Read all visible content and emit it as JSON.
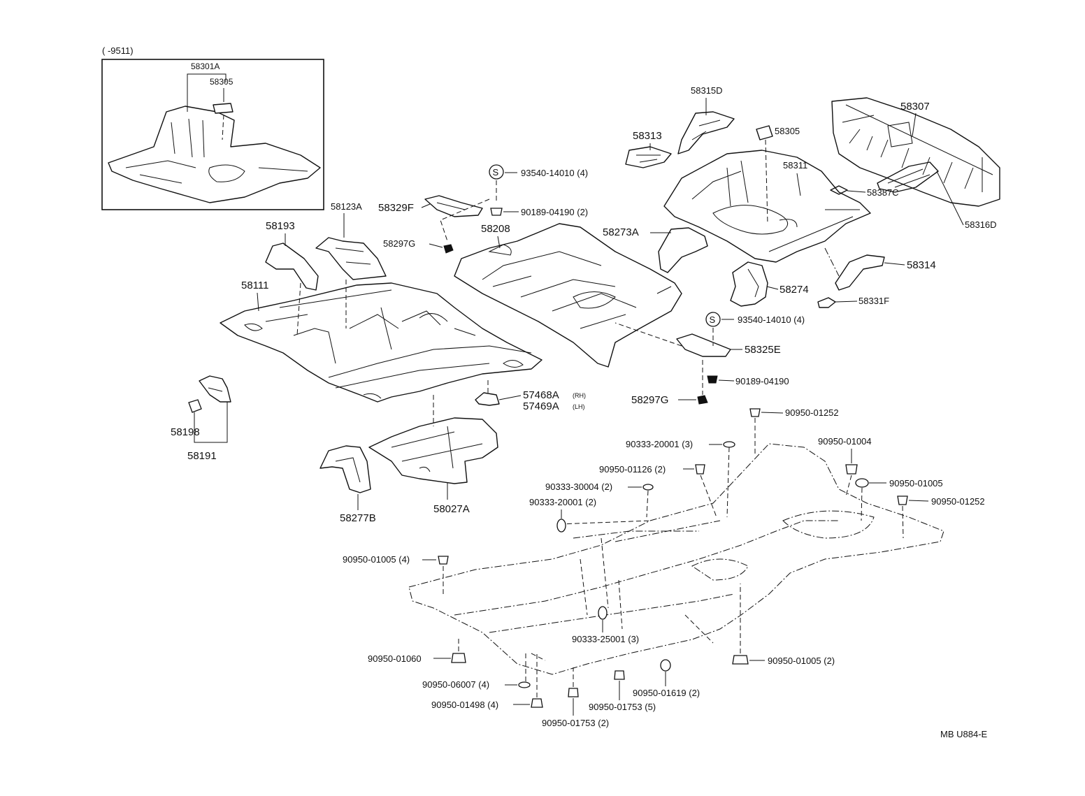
{
  "diagram": {
    "inset": {
      "range_label": "(        -9511)",
      "labels": [
        "58301A",
        "58305"
      ]
    },
    "sfx_symbol": "S",
    "labels": {
      "p58307": "58307",
      "p58315D": "58315D",
      "p58313": "58313",
      "p58305": "58305",
      "p58311": "58311",
      "p58387C": "58387C",
      "p93540_top": "93540-14010 (4)",
      "p90189_2": "90189-04190 (2)",
      "p58329F": "58329F",
      "p58123A": "58123A",
      "p58193": "58193",
      "p58208": "58208",
      "p58297G_a": "58297G",
      "p58273A": "58273A",
      "p58316D": "58316D",
      "p58314": "58314",
      "p58274": "58274",
      "p58331F": "58331F",
      "p93540_mid": "93540-14010 (4)",
      "p58325E": "58325E",
      "p90189": "90189-04190",
      "p58297G_b": "58297G",
      "p58111": "58111",
      "p57468A": "57468A",
      "p57468A_side": "(RH)",
      "p57469A": "57469A",
      "p57469A_side": "(LH)",
      "p58198": "58198",
      "p58191": "58191",
      "p58277B": "58277B",
      "p58027A": "58027A",
      "c90950_01252_a": "90950-01252",
      "c90333_20001_3": "90333-20001 (3)",
      "c90950_01004": "90950-01004",
      "c90950_01126": "90950-01126 (2)",
      "c90950_01005_a": "90950-01005",
      "c90333_30004": "90333-30004 (2)",
      "c90950_01252_b": "90950-01252",
      "c90333_20001_2": "90333-20001 (2)",
      "c90950_01005_4": "90950-01005 (4)",
      "c90333_25001": "90333-25001 (3)",
      "c90950_01060": "90950-01060",
      "c90950_01005_2": "90950-01005 (2)",
      "c90950_06007": "90950-06007 (4)",
      "c90950_01619": "90950-01619 (2)",
      "c90950_01498": "90950-01498 (4)",
      "c90950_01753_5": "90950-01753 (5)",
      "c90950_01753_2": "90950-01753 (2)",
      "ref_code": "MB U884-E"
    }
  }
}
